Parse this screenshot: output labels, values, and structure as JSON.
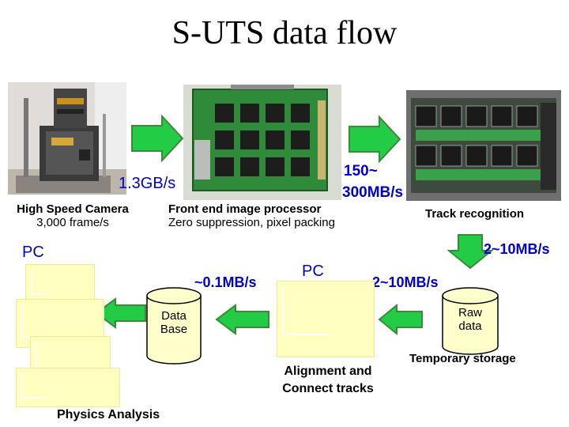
{
  "title": "S-UTS data flow",
  "colors": {
    "arrow": "#22cc44",
    "arrow_edge": "#3a8a3a",
    "label_blue": "#0000cc",
    "pc_fill": "#ffffc0",
    "storage_fill": "#ffffcc"
  },
  "nodes": {
    "camera": {
      "label": "High Speed Camera",
      "sublabel": "3,000 frame/s"
    },
    "frontend": {
      "label": "Front end image processor",
      "sublabel": "Zero suppression, pixel packing"
    },
    "track": {
      "label": "Track recognition"
    },
    "raw": {
      "label_1": "Raw",
      "label_2": "data"
    },
    "temp": {
      "label": "Temporary storage"
    },
    "pc_center": {
      "label": "PC"
    },
    "align": {
      "label_1": "Alignment and",
      "label_2": "Connect tracks"
    },
    "database": {
      "label_1": "Data",
      "label_2": "Base"
    },
    "pc_left": {
      "label": "PC"
    },
    "physics": {
      "label": "Physics Analysis"
    }
  },
  "rates": {
    "camera_to_fe": "1.3GB/s",
    "fe_to_track_1": "150~",
    "fe_to_track_2": "300MB/s",
    "track_to_raw": "2~10MB/s",
    "raw_to_align": "2~10MB/s",
    "align_to_db": "~0.1MB/s"
  }
}
